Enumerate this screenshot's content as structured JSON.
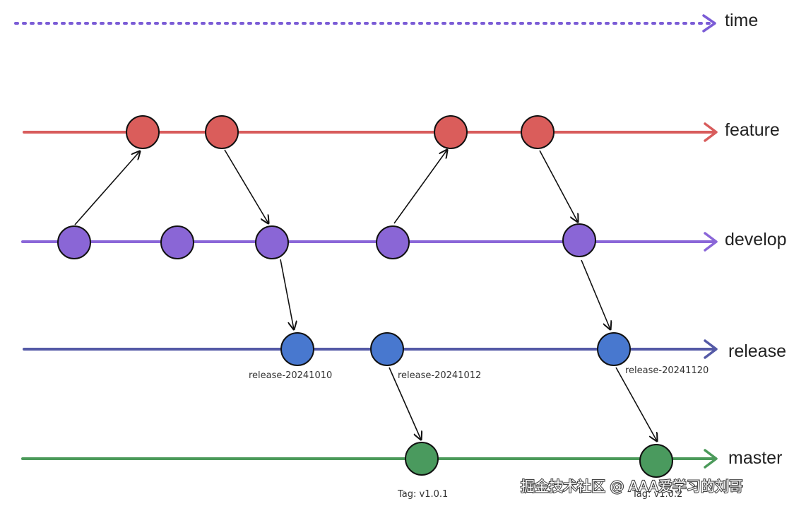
{
  "time_axis": {
    "label": "time",
    "color": "#7b5cd6"
  },
  "lanes": [
    {
      "id": "feature",
      "label": "feature",
      "color": "#d85c5c",
      "commit_color": "#da5d5b",
      "commits": 4
    },
    {
      "id": "develop",
      "label": "develop",
      "color": "#8a66d8",
      "commit_color": "#8a66d6",
      "commits": 5
    },
    {
      "id": "release",
      "label": "release",
      "color": "#5459a6",
      "commit_color": "#4878cf",
      "commits": 3
    },
    {
      "id": "master",
      "label": "master",
      "color": "#4b9a5a",
      "commit_color": "#4a9a5e",
      "commits": 2
    }
  ],
  "commit_labels": {
    "release_1": "release-20241010",
    "release_2": "release-20241012",
    "release_3": "release-20241120",
    "master_1": "Tag: v1.0.1",
    "master_2": "Tag: v1.0.2"
  },
  "watermark": "掘金技术社区 @ AAA爱学习的刘哥"
}
